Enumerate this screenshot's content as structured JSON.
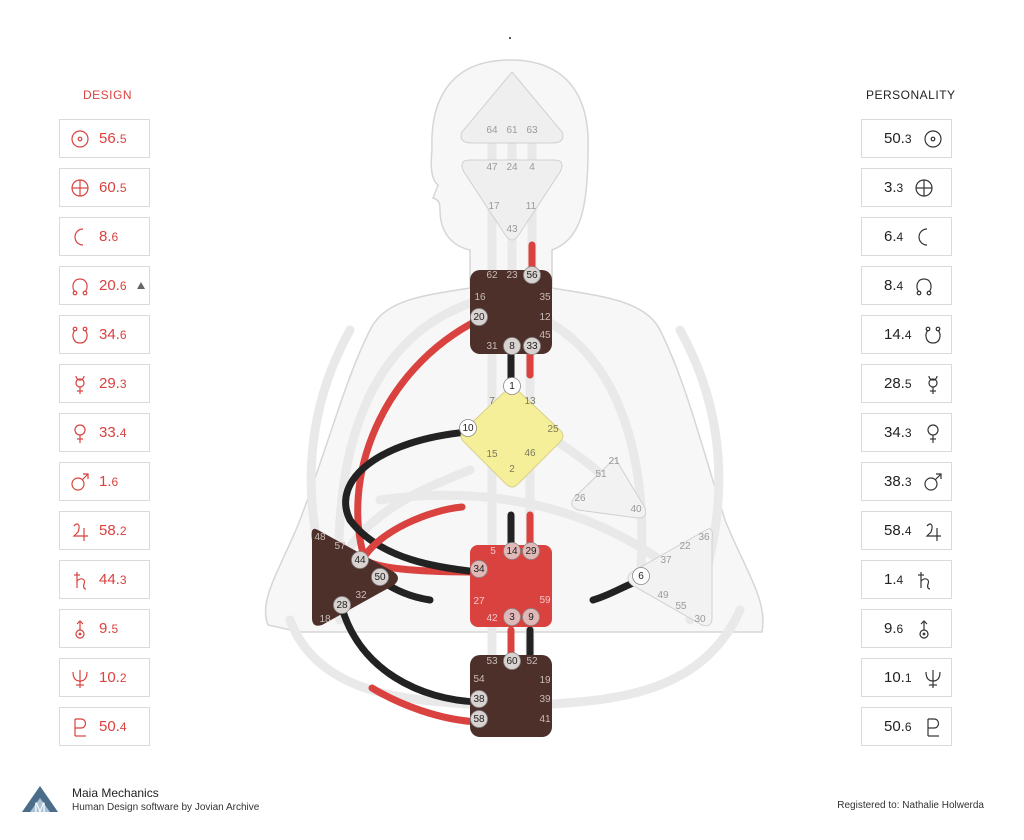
{
  "design": {
    "title": "DESIGN",
    "color": "#d9423f",
    "planets": [
      {
        "icon": "sun-icon",
        "value": "56.",
        "line": "5"
      },
      {
        "icon": "earth-icon",
        "value": "60.",
        "line": "5"
      },
      {
        "icon": "moon-icon",
        "value": "8.",
        "line": "6"
      },
      {
        "icon": "north-node-icon",
        "value": "20.",
        "line": "6"
      },
      {
        "icon": "south-node-icon",
        "value": "34.",
        "line": "6"
      },
      {
        "icon": "mercury-icon",
        "value": "29.",
        "line": "3"
      },
      {
        "icon": "venus-icon",
        "value": "33.",
        "line": "4"
      },
      {
        "icon": "mars-icon",
        "value": "1.",
        "line": "6"
      },
      {
        "icon": "jupiter-icon",
        "value": "58.",
        "line": "2"
      },
      {
        "icon": "saturn-icon",
        "value": "44.",
        "line": "3"
      },
      {
        "icon": "uranus-icon",
        "value": "9.",
        "line": "5"
      },
      {
        "icon": "neptune-icon",
        "value": "10.",
        "line": "2"
      },
      {
        "icon": "pluto-icon",
        "value": "50.",
        "line": "4"
      }
    ]
  },
  "personality": {
    "title": "PERSONALITY",
    "planets": [
      {
        "icon": "sun-icon",
        "value": "50.",
        "line": "3"
      },
      {
        "icon": "earth-icon",
        "value": "3.",
        "line": "3"
      },
      {
        "icon": "moon-icon",
        "value": "6.",
        "line": "4"
      },
      {
        "icon": "north-node-icon",
        "value": "8.",
        "line": "4"
      },
      {
        "icon": "south-node-icon",
        "value": "14.",
        "line": "4"
      },
      {
        "icon": "mercury-icon",
        "value": "28.",
        "line": "5"
      },
      {
        "icon": "venus-icon",
        "value": "34.",
        "line": "3"
      },
      {
        "icon": "mars-icon",
        "value": "38.",
        "line": "3"
      },
      {
        "icon": "jupiter-icon",
        "value": "58.",
        "line": "4"
      },
      {
        "icon": "saturn-icon",
        "value": "1.",
        "line": "4"
      },
      {
        "icon": "uranus-icon",
        "value": "9.",
        "line": "6"
      },
      {
        "icon": "neptune-icon",
        "value": "10.",
        "line": "1"
      },
      {
        "icon": "pluto-icon",
        "value": "50.",
        "line": "6"
      }
    ]
  },
  "bodygraph": {
    "colors": {
      "defined_dark": "#4e302b",
      "g_center": "#f5ef9a",
      "sacral": "#d9423f",
      "design_channel": "#d9423f",
      "personality_channel": "#222222"
    },
    "gates": {
      "head": [
        "64",
        "61",
        "63"
      ],
      "ajna": [
        "47",
        "24",
        "4",
        "17",
        "11",
        "43"
      ],
      "throat": [
        "62",
        "23",
        "56",
        "16",
        "35",
        "20",
        "12",
        "45",
        "31",
        "8",
        "33"
      ],
      "g": [
        "1",
        "7",
        "13",
        "10",
        "25",
        "15",
        "46",
        "2"
      ],
      "heart": [
        "21",
        "51",
        "26",
        "40"
      ],
      "sacral": [
        "5",
        "14",
        "29",
        "34",
        "27",
        "59",
        "42",
        "3",
        "9"
      ],
      "spleen": [
        "48",
        "57",
        "44",
        "50",
        "32",
        "28",
        "18"
      ],
      "solar": [
        "36",
        "22",
        "37",
        "6",
        "49",
        "55",
        "30"
      ],
      "root": [
        "53",
        "60",
        "52",
        "54",
        "19",
        "38",
        "39",
        "58",
        "41"
      ]
    }
  },
  "footer": {
    "brand": "Maia Mechanics",
    "subtitle": "Human Design software by Jovian Archive",
    "registered": "Registered to: Nathalie Holwerda"
  }
}
